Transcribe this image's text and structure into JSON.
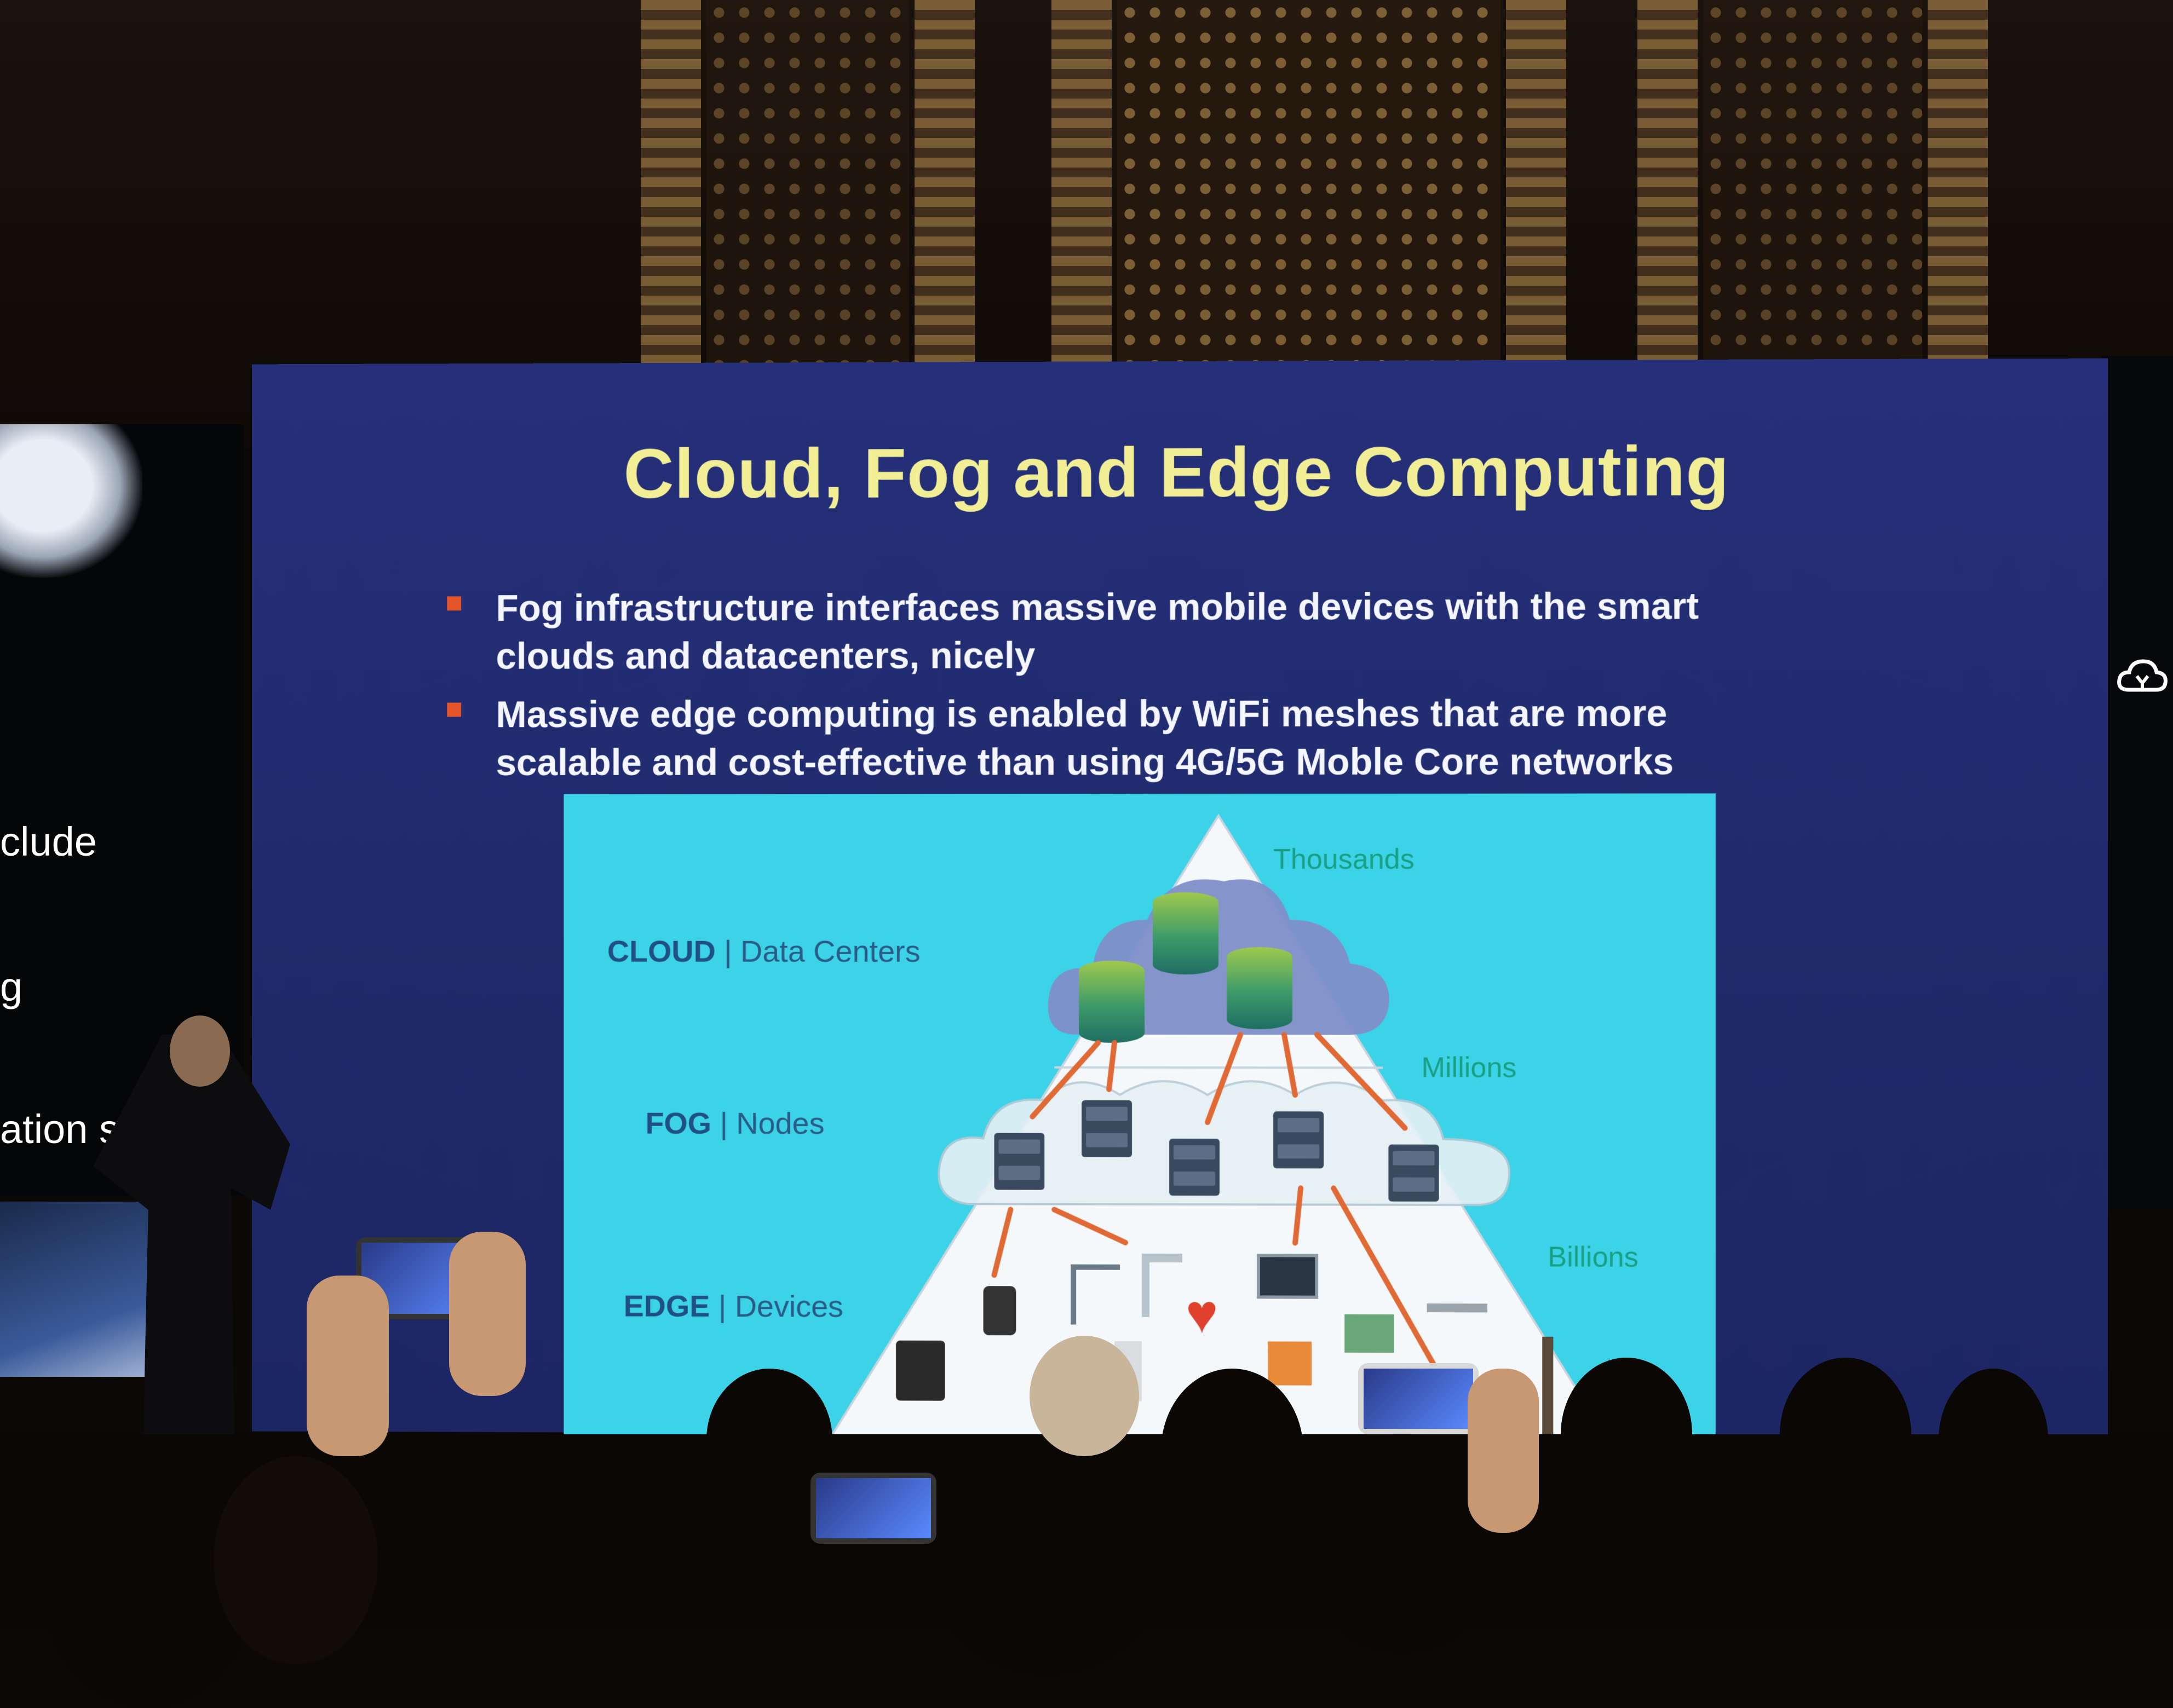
{
  "slide": {
    "title": "Cloud, Fog and Edge Computing",
    "bullets": [
      {
        "line1": "Fog infrastructure interfaces massive mobile devices with the smart",
        "line2": "clouds and datacenters, nicely"
      },
      {
        "line1": "Massive edge computing is enabled by WiFi meshes that are more",
        "line2": "scalable and cost-effective than using 4G/5G Moble Core networks"
      }
    ],
    "bullet_color": "#e4552a",
    "title_color": "#f1ee95",
    "background_color": "#232c70"
  },
  "diagram": {
    "background_color": "#3cd2e8",
    "levels": [
      {
        "name": "CLOUD",
        "desc": "Data Centers",
        "count": "Thousands"
      },
      {
        "name": "FOG",
        "desc": "Nodes",
        "count": "Millions"
      },
      {
        "name": "EDGE",
        "desc": "Devices",
        "count": "Billions"
      }
    ],
    "icons": [
      "cloud-icon",
      "database-icon",
      "server-icon",
      "smartwatch-icon",
      "desk-lamp-icon",
      "faucet-icon",
      "heart-rate-icon",
      "monitor-icon",
      "store-icon",
      "card-reader-icon",
      "pressure-gauge-icon",
      "power-pole-icon",
      "speaker-icon",
      "remote-icon"
    ]
  },
  "left_screen": {
    "fragments": [
      "clude",
      "g",
      "ation sorr"
    ]
  }
}
